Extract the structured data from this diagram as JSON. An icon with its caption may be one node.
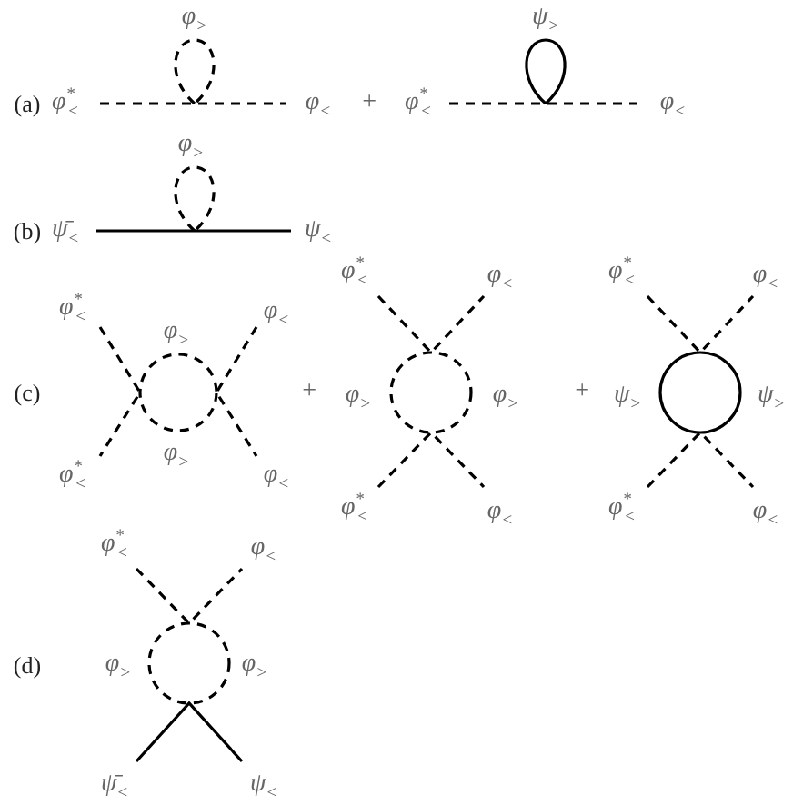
{
  "diagram": {
    "labels": [
      "φ$_{>}$",
      "ψ$_{>}$",
      "(a)",
      "φ$^{*}$$_{<}$",
      "φ$_{<}$",
      "+",
      "φ$^{*}$$_{<}$",
      "φ$_{<}$",
      "φ$_{>}$",
      "(b)",
      "ψ̄$_{<}$",
      "ψ$_{<}$",
      "φ$^{*}$$_{<}$",
      "φ$_{<}$",
      "φ$^{*}$$_{<}$",
      "φ$_{<}$",
      "φ$^{*}$$_{<}$",
      "φ$_{<}$",
      "φ$_{>}$",
      "(c)",
      "+",
      "φ$_{>}$",
      "φ$_{>}$",
      "+",
      "ψ$_{>}$",
      "ψ$_{>}$",
      "φ$_{>}$",
      "φ$^{*}$$_{<}$",
      "φ$_{<}$",
      "φ$^{*}$$_{<}$",
      "φ$_{<}$",
      "φ$^{*}$$_{<}$",
      "φ$_{<}$",
      "φ$^{*}$$_{<}$",
      "φ$_{<}$",
      "(d)",
      "φ$_{>}$",
      "φ$_{>}$",
      "ψ̄$_{<}$",
      "ψ$_{<}$"
    ]
  }
}
